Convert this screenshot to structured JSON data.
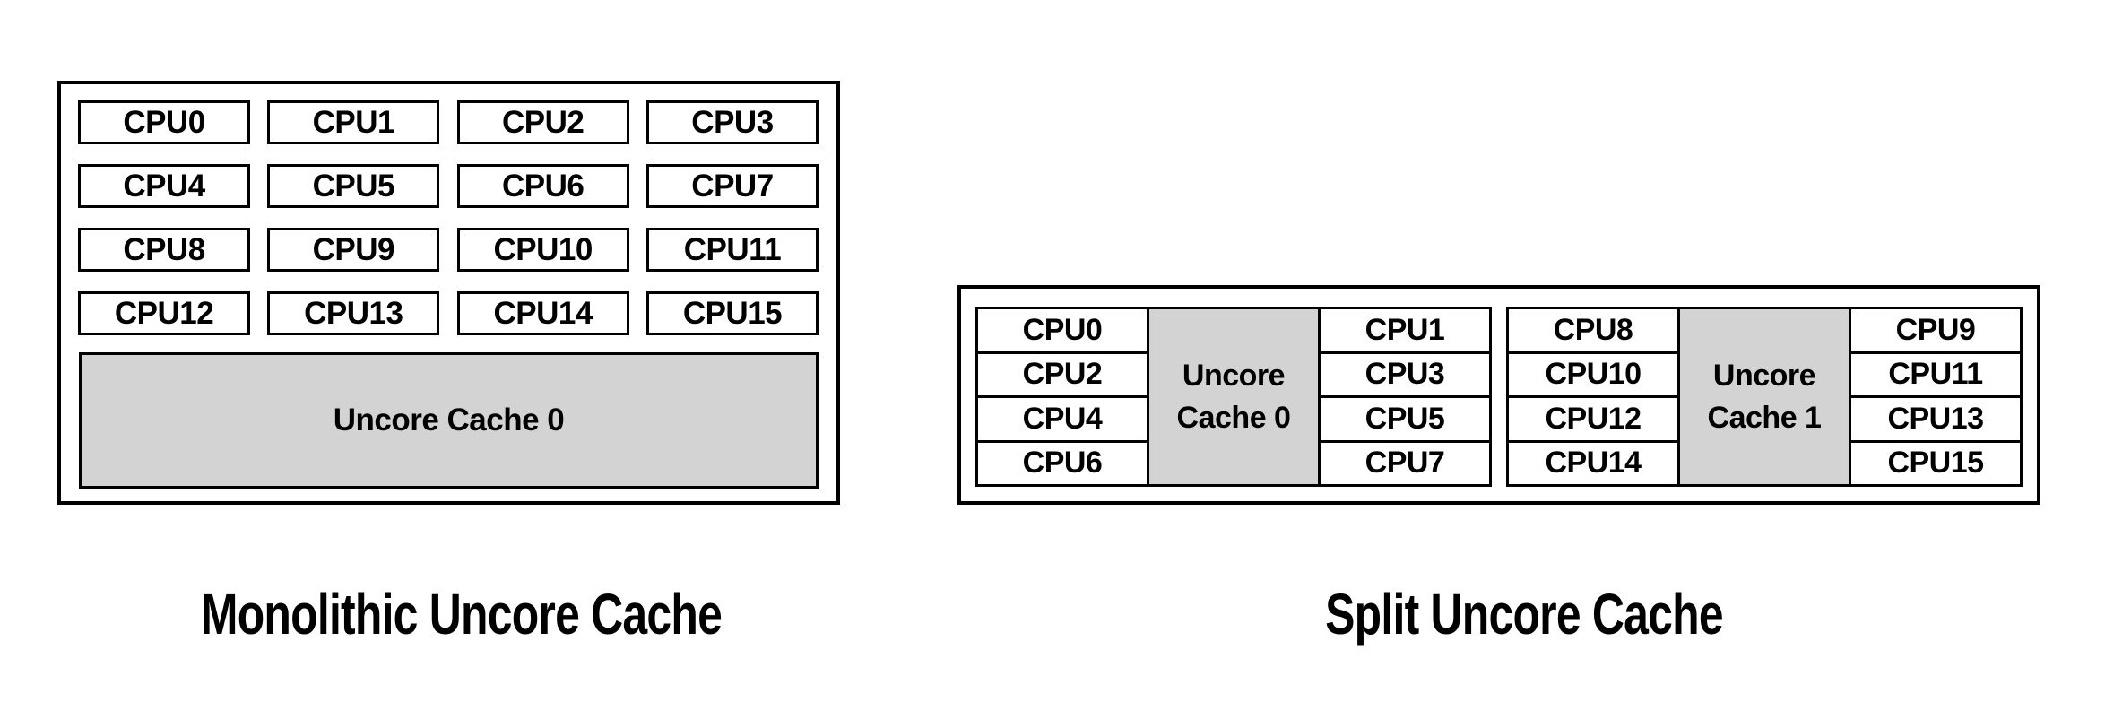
{
  "colors": {
    "background": "#ffffff",
    "border": "#000000",
    "text": "#000000",
    "cache_fill": "#d3d3d3"
  },
  "diagrams": [
    {
      "id": "monolithic",
      "title": "Monolithic Uncore Cache",
      "cpus": [
        "CPU0",
        "CPU1",
        "CPU2",
        "CPU3",
        "CPU4",
        "CPU5",
        "CPU6",
        "CPU7",
        "CPU8",
        "CPU9",
        "CPU10",
        "CPU11",
        "CPU12",
        "CPU13",
        "CPU14",
        "CPU15"
      ],
      "cache_label": "Uncore Cache 0"
    },
    {
      "id": "split",
      "title": "Split Uncore Cache",
      "clusters": [
        {
          "left_cpus": [
            "CPU0",
            "CPU2",
            "CPU4",
            "CPU6"
          ],
          "cache_label": "Uncore Cache 0",
          "right_cpus": [
            "CPU1",
            "CPU3",
            "CPU5",
            "CPU7"
          ]
        },
        {
          "left_cpus": [
            "CPU8",
            "CPU10",
            "CPU12",
            "CPU14"
          ],
          "cache_label": "Uncore Cache 1",
          "right_cpus": [
            "CPU9",
            "CPU11",
            "CPU13",
            "CPU15"
          ]
        }
      ]
    }
  ]
}
